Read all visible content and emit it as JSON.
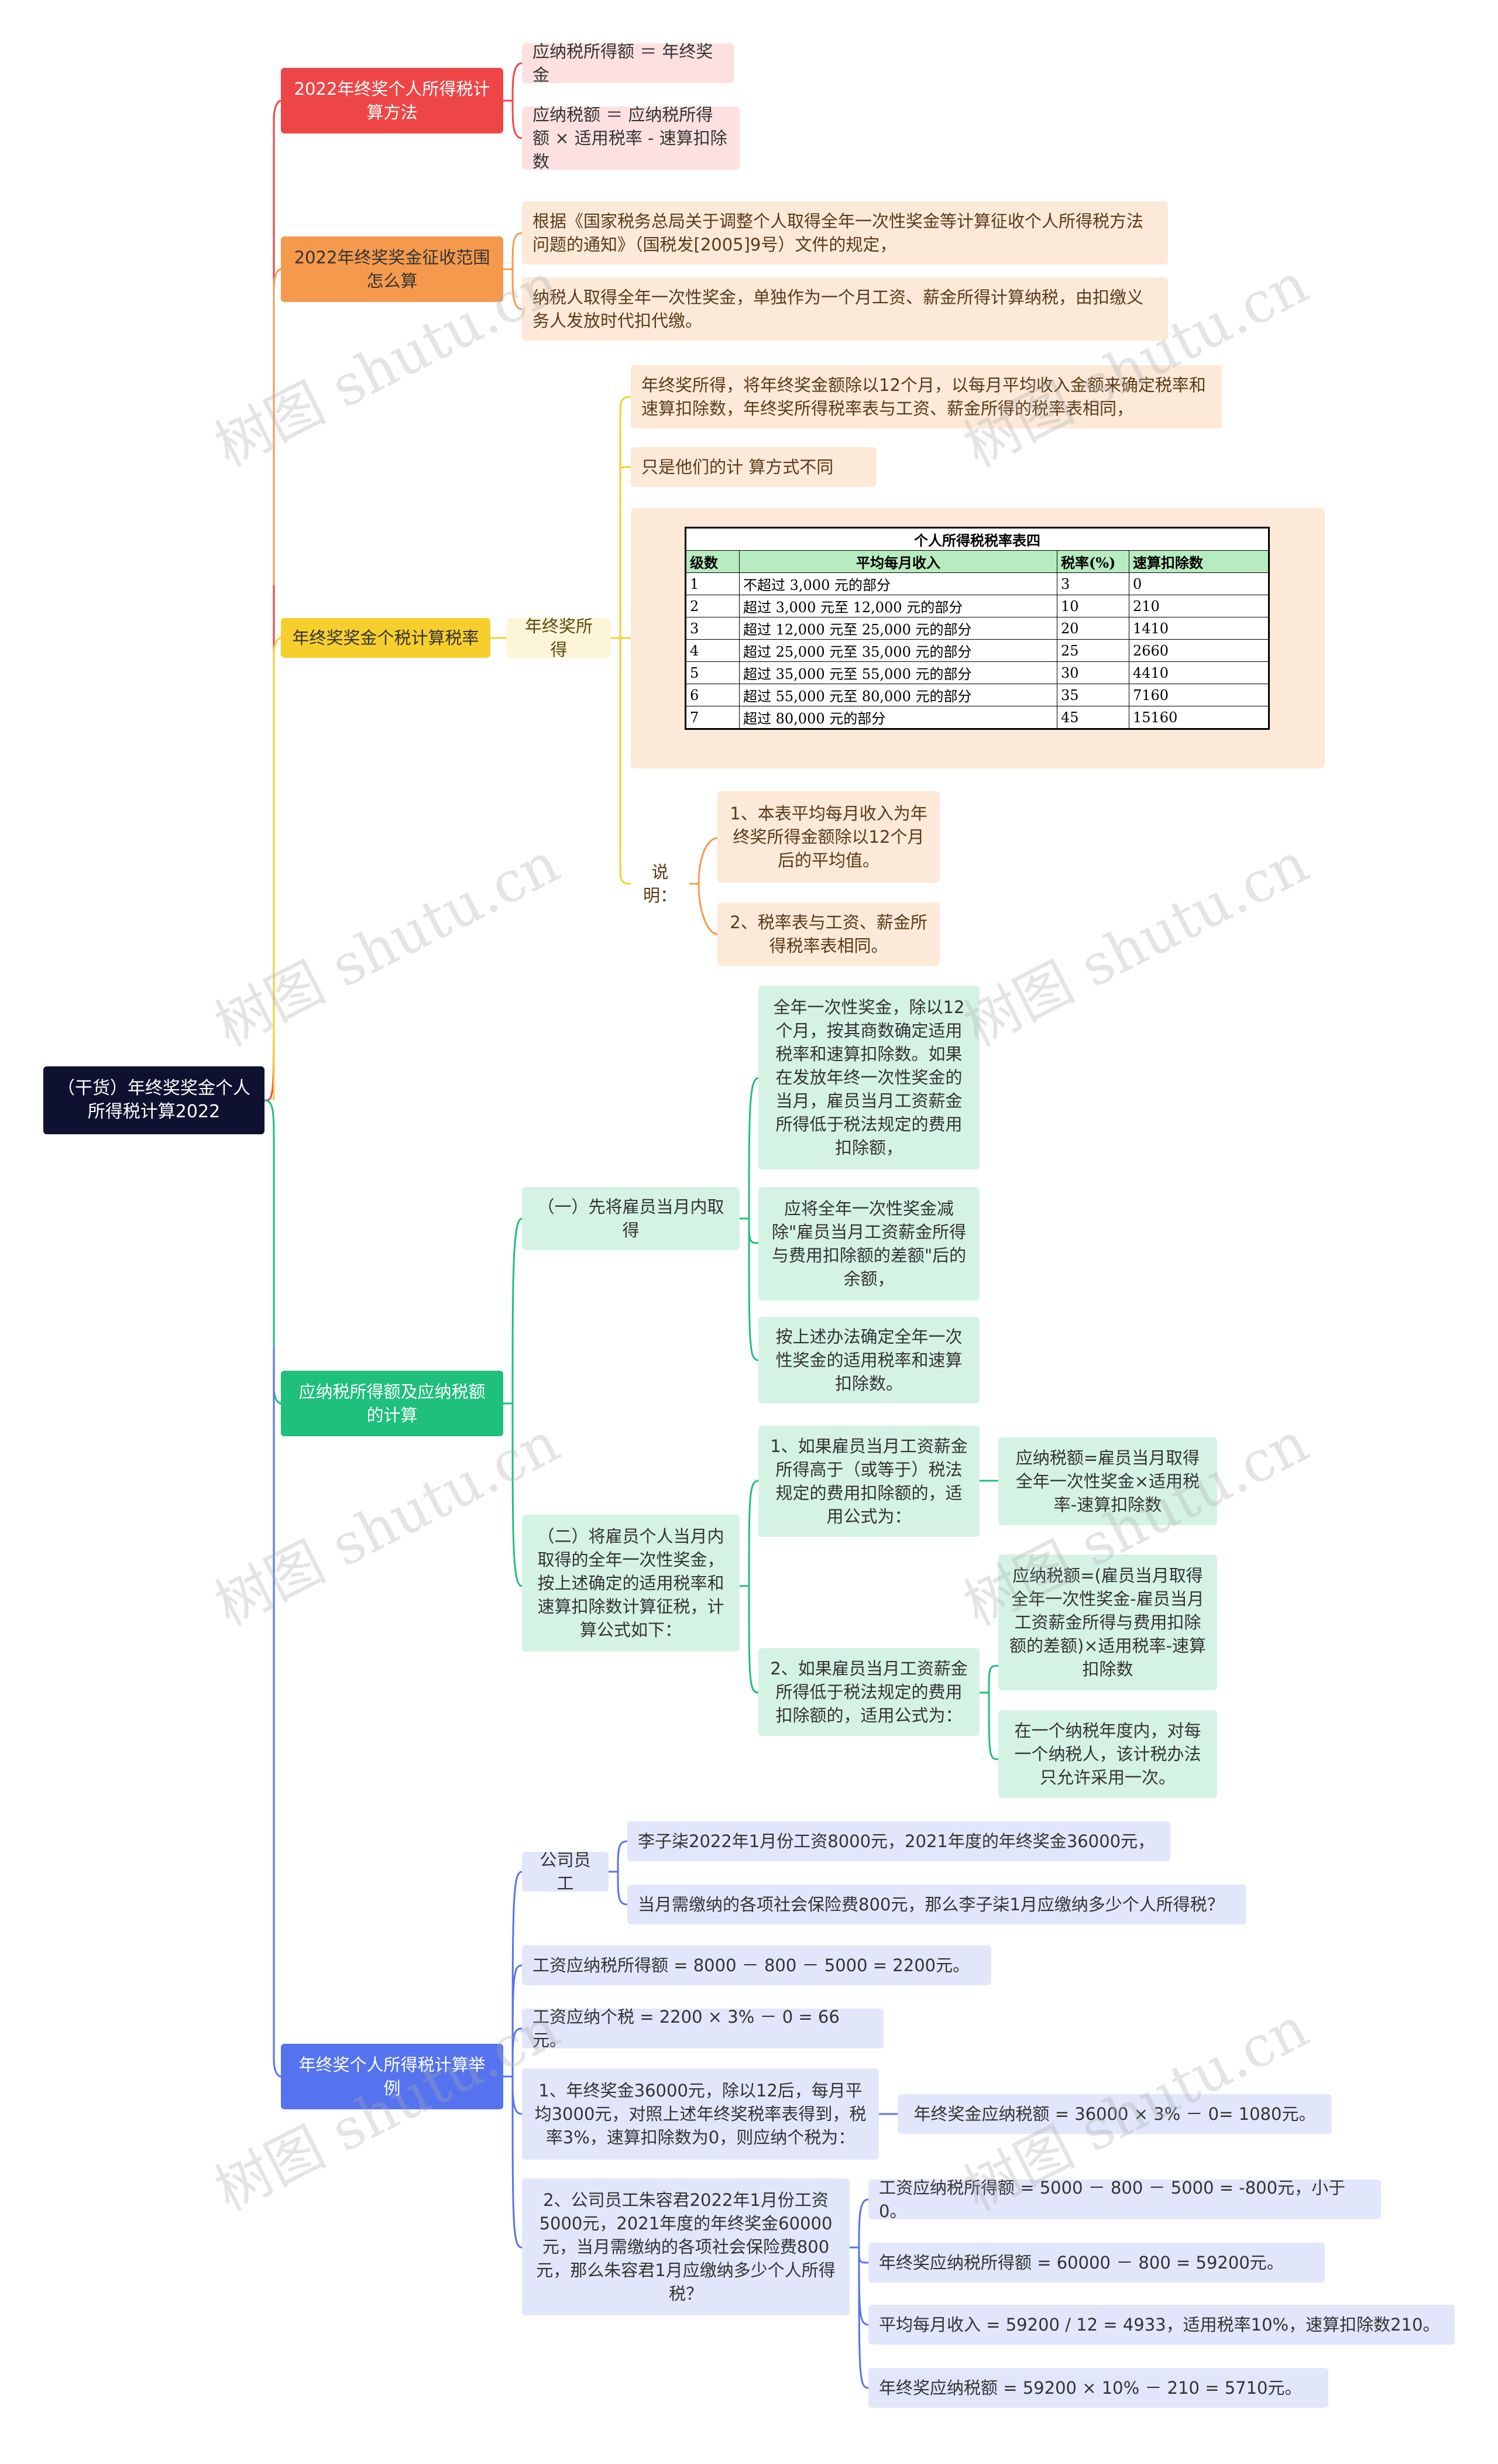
{
  "root": {
    "label": "（干货）年终奖奖金个人所得税计算2022"
  },
  "branches": {
    "method": {
      "label": "2022年终奖个人所得税计算方法",
      "items": [
        "应纳税所得额 ＝ 年终奖金",
        "应纳税额 ＝ 应纳税所得额 × 适用税率 - 速算扣除数"
      ]
    },
    "scope": {
      "label": "2022年终奖奖金征收范围怎么算",
      "items": [
        "根据《国家税务总局关于调整个人取得全年一次性奖金等计算征收个人所得税方法问题的通知》（国税发[2005]9号）文件的规定，",
        "纳税人取得全年一次性奖金，单独作为一个月工资、薪金所得计算纳税，由扣缴义务人发放时代扣代缴。"
      ]
    },
    "rate": {
      "label": "年终奖奖金个税计算税率",
      "sub_label": "年终奖所得",
      "items": [
        "年终奖所得，将年终奖金额除以12个月，以每月平均收入金额来确定税率和速算扣除数，年终奖所得税率表与工资、薪金所得的税率表相同，",
        "只是他们的计 算方式不同"
      ],
      "note_label": "说明：",
      "notes": [
        "1、本表平均每月收入为年终奖所得金额除以12个月后的平均值。",
        "2、税率表与工资、薪金所得税率表相同。"
      ]
    },
    "calc": {
      "label": "应纳税所得额及应纳税额的计算",
      "first": {
        "label": "（一）先将雇员当月内取得",
        "items": [
          "全年一次性奖金，除以12个月，按其商数确定适用税率和速算扣除数。如果在发放年终一次性奖金的当月，雇员当月工资薪金所得低于税法规定的费用扣除额，",
          "应将全年一次性奖金减除\"雇员当月工资薪金所得与费用扣除额的差额\"后的余额，",
          "按上述办法确定全年一次性奖金的适用税率和速算扣除数。"
        ]
      },
      "second": {
        "label": "（二）将雇员个人当月内取得的全年一次性奖金，按上述确定的适用税率和速算扣除数计算征税，计算公式如下：",
        "case1": {
          "label": "1、如果雇员当月工资薪金所得高于（或等于）税法规定的费用扣除额的，适用公式为：",
          "formula": "应纳税额=雇员当月取得全年一次性奖金×适用税率-速算扣除数"
        },
        "case2": {
          "label": "2、如果雇员当月工资薪金所得低于税法规定的费用扣除额的，适用公式为：",
          "formula": "应纳税额=(雇员当月取得全年一次性奖金-雇员当月工资薪金所得与费用扣除额的差额)×适用税率-速算扣除数",
          "note": "在一个纳税年度内，对每一个纳税人，该计税办法只允许采用一次。"
        }
      }
    },
    "example": {
      "label": "年终奖个人所得税计算举例",
      "staff_label": "公司员工",
      "staff_items": [
        "李子柒2022年1月份工资8000元，2021年度的年终奖金36000元，",
        "当月需缴纳的各项社会保险费800元，那么李子柒1月应缴纳多少个人所得税？"
      ],
      "wage_taxable": "工资应纳税所得额 = 8000 － 800 － 5000 = 2200元。",
      "wage_tax": "工资应纳个税 = 2200 × 3% － 0 = 66元。",
      "case1": {
        "label": "1、年终奖金36000元，除以12后，每月平均3000元，对照上述年终奖税率表得到，税率3%，速算扣除数为0，则应纳个税为：",
        "result": "年终奖金应纳税额 = 36000 × 3% － 0= 1080元。"
      },
      "case2": {
        "label": "2、公司员工朱容君2022年1月份工资5000元，2021年度的年终奖金60000元，当月需缴纳的各项社会保险费800元，那么朱容君1月应缴纳多少个人所得税？",
        "results": [
          "工资应纳税所得额 = 5000 － 800 － 5000 = -800元，小于0。",
          "年终奖应纳税所得额 = 60000 － 800 = 59200元。",
          "平均每月收入 = 59200 / 12 = 4933，适用税率10%，速算扣除数210。",
          "年终奖应纳税额 = 59200 × 10% － 210 = 5710元。"
        ]
      }
    }
  },
  "tax_table": {
    "caption": "个人所得税税率表四",
    "headers": [
      "级数",
      "平均每月收入",
      "税率(%)",
      "速算扣除数"
    ],
    "rows": [
      [
        "1",
        "不超过 3,000 元的部分",
        "3",
        "0"
      ],
      [
        "2",
        "超过 3,000 元至 12,000 元的部分",
        "10",
        "210"
      ],
      [
        "3",
        "超过 12,000 元至 25,000 元的部分",
        "20",
        "1410"
      ],
      [
        "4",
        "超过 25,000 元至 35,000 元的部分",
        "25",
        "2660"
      ],
      [
        "5",
        "超过 35,000 元至 55,000 元的部分",
        "30",
        "4410"
      ],
      [
        "6",
        "超过 55,000 元至 80,000 元的部分",
        "35",
        "7160"
      ],
      [
        "7",
        "超过 80,000 元的部分",
        "45",
        "15160"
      ]
    ]
  },
  "watermark": "树图 shutu.cn",
  "colors": {
    "red": "#ee4647",
    "orange": "#f59a4d",
    "yellow": "#f7cf2d",
    "green": "#1fbf7c",
    "blue": "#5573ef",
    "root": "#0f1130"
  }
}
